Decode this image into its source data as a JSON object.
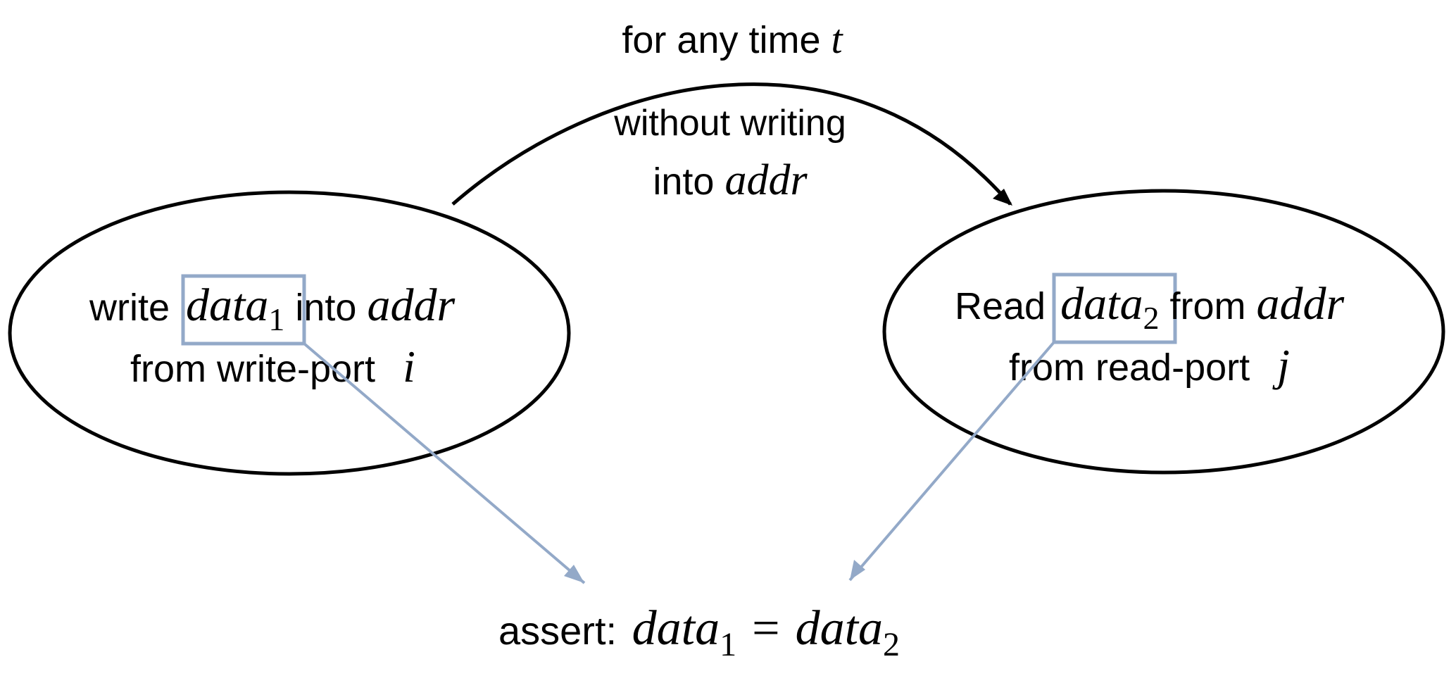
{
  "top_arrow": {
    "label_prefix": "for any time ",
    "label_var": "t",
    "condition_line1": "without writing",
    "condition_line2_prefix": "into ",
    "condition_line2_var": "addr"
  },
  "write_node": {
    "verb": "write ",
    "data_var": "data",
    "data_sub": "1",
    "mid": " into ",
    "addr_var": "addr",
    "line2_prefix": "from write-port ",
    "port_var": "i"
  },
  "read_node": {
    "verb": "Read ",
    "data_var": "data",
    "data_sub": "2",
    "mid": " from ",
    "addr_var": "addr",
    "line2_prefix": "from read-port ",
    "port_var": "j"
  },
  "assertion": {
    "prefix": "assert: ",
    "lhs_var": "data",
    "lhs_sub": "1",
    "equals": "=",
    "rhs_var": "data",
    "rhs_sub": "2"
  },
  "colors": {
    "stroke": "#000000",
    "highlight": "#93a9c8"
  }
}
